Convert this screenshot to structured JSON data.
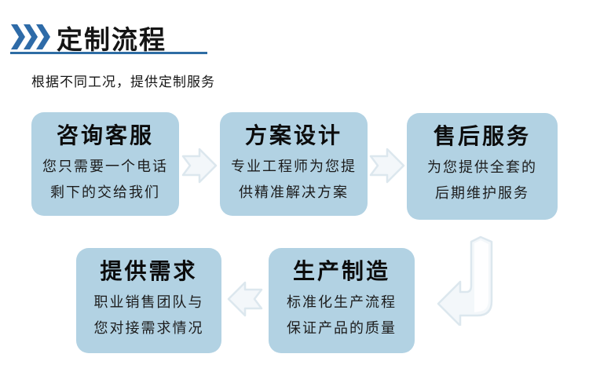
{
  "header": {
    "title": "定制流程",
    "subtitle": "根据不同工况，提供定制服务"
  },
  "steps": [
    {
      "title": "咨询客服",
      "line1": "您只需要一个电话",
      "line2": "剩下的交给我们"
    },
    {
      "title": "方案设计",
      "line1": "专业工程师为您提",
      "line2": "供精准解决方案"
    },
    {
      "title": "售后服务",
      "line1": "为您提供全套的",
      "line2": "后期维护服务"
    },
    {
      "title": "提供需求",
      "line1": "职业销售团队与",
      "line2": "您对接需求情况"
    },
    {
      "title": "生产制造",
      "line1": "标准化生产流程",
      "line2": "保证产品的质量"
    }
  ],
  "icons": {
    "header_icon": "triple-chevron-right-icon",
    "flow_icons": [
      "arrow-right-icon",
      "arrow-right-icon",
      "arrow-bent-down-left-icon",
      "arrow-left-icon"
    ]
  },
  "colors": {
    "accent": "#2e6ba8",
    "underline": "#2e6da4",
    "box_fill": "#b2d2e3",
    "arrow_fill": "#f3f7fa",
    "arrow_outline": "#dce7ee",
    "text": "#111111"
  }
}
